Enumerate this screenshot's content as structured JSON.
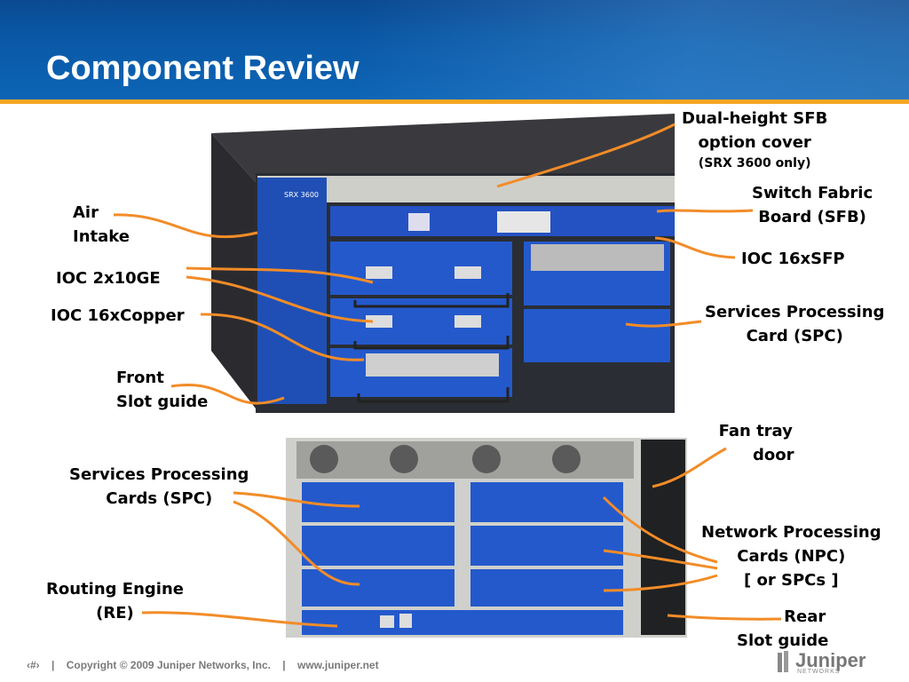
{
  "slide": {
    "title": "Component Review",
    "accent_color": "#f5a623",
    "header_color": "#0b4a93"
  },
  "labels": {
    "dual_height": {
      "line1": "Dual-height SFB",
      "line2": "option cover",
      "line3": "(SRX 3600 only)"
    },
    "air_intake": {
      "line1": "Air",
      "line2": "Intake"
    },
    "switch_fabric": {
      "line1": "Switch Fabric",
      "line2": "Board (SFB)"
    },
    "ioc_16xsfp": "IOC 16xSFP",
    "ioc_2x10ge": "IOC 2x10GE",
    "services_processing_card": {
      "line1": "Services Processing",
      "line2": "Card (SPC)"
    },
    "ioc_16xcopper": "IOC 16xCopper",
    "front_slot_guide": {
      "line1": "Front",
      "line2": "Slot guide"
    },
    "fan_tray_door": {
      "line1": "Fan tray",
      "line2": "door"
    },
    "services_processing_cards": {
      "line1": "Services Processing",
      "line2": "Cards (SPC)"
    },
    "network_processing_cards": {
      "line1": "Network Processing",
      "line2": "Cards (NPC)",
      "line3": "[ or SPCs ]"
    },
    "routing_engine": {
      "line1": "Routing Engine",
      "line2": "(RE)"
    },
    "rear_slot_guide": {
      "line1": "Rear",
      "line2": "Slot guide"
    }
  },
  "device": {
    "model_label": "SRX 3600",
    "brand": "Juniper"
  },
  "footer": {
    "page_symbol": "‹#›",
    "sep": "|",
    "copyright": "Copyright © 2009 Juniper Networks, Inc.",
    "website": "www.juniper.net"
  },
  "logo": {
    "text": "Juniper",
    "sub": "NETWORKS"
  }
}
